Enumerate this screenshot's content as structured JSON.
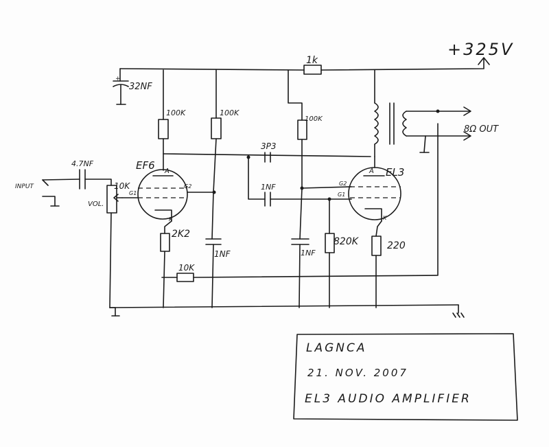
{
  "labels": {
    "supply": "+325V",
    "r_supply": "1k",
    "c_filter": "32NF",
    "r_plate_ef6": "100K",
    "r_screen_ef6": "100K",
    "r_plate_el3": "100K",
    "c_couple": "3P3",
    "c_couple2": "1NF",
    "c_in": "4.7NF",
    "input": "INPUT",
    "pot": "10K",
    "vol": "VOL.",
    "tube1": "EF6",
    "tube2": "EL3",
    "ef6_a": "A",
    "ef6_g1": "G1",
    "ef6_g2": "G2",
    "ef6_k": "K",
    "el3_a": "A",
    "el3_g1": "G1",
    "el3_g2": "G2",
    "el3_k": "K",
    "r_k_ef6": "2K2",
    "c_screen": "1NF",
    "r_fb": "10K",
    "c_g1_el3": "1NF",
    "r_g1_el3": "820K",
    "r_k_el3": "220",
    "out": "8Ω OUT"
  },
  "title_block": {
    "author": "LAGNCA",
    "date": "21. NOV. 2007",
    "title": "EL3 AUDIO AMPLIFIER"
  }
}
